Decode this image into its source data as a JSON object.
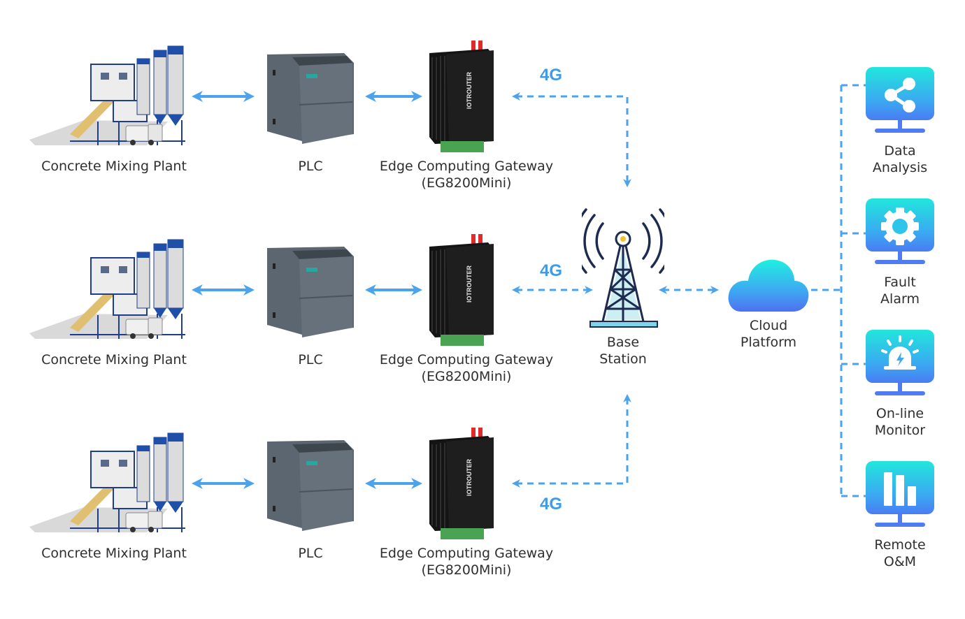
{
  "rows": [
    {
      "plant_label": "Concrete Mixing Plant",
      "plc_label": "PLC",
      "gateway_label": "Edge Computing Gateway",
      "gateway_model": "(EG8200Mini)",
      "link_label": "4G"
    },
    {
      "plant_label": "Concrete Mixing Plant",
      "plc_label": "PLC",
      "gateway_label": "Edge Computing Gateway",
      "gateway_model": "(EG8200Mini)",
      "link_label": "4G"
    },
    {
      "plant_label": "Concrete Mixing Plant",
      "plc_label": "PLC",
      "gateway_label": "Edge Computing Gateway",
      "gateway_model": "(EG8200Mini)",
      "link_label": "4G"
    }
  ],
  "base_station": {
    "line1": "Base",
    "line2": "Station"
  },
  "cloud": {
    "line1": "Cloud",
    "line2": "Platform"
  },
  "functions": [
    {
      "line1": "Data",
      "line2": "Analysis",
      "icon": "share-icon"
    },
    {
      "line1": "Fault",
      "line2": "Alarm",
      "icon": "gear-icon"
    },
    {
      "line1": "On-line",
      "line2": "Monitor",
      "icon": "alarm-light-icon"
    },
    {
      "line1": "Remote",
      "line2": "O&M",
      "icon": "bar-chart-icon"
    }
  ],
  "gateway_brand": "IOTROUTER",
  "colors": {
    "arrow": "#4ba3ee",
    "label_4g": "#3d9bea",
    "tower_dark": "#1c2b4f",
    "screen_top": "#22e6dc",
    "screen_bottom": "#4a7cf3",
    "stand": "#4f7cf0"
  }
}
